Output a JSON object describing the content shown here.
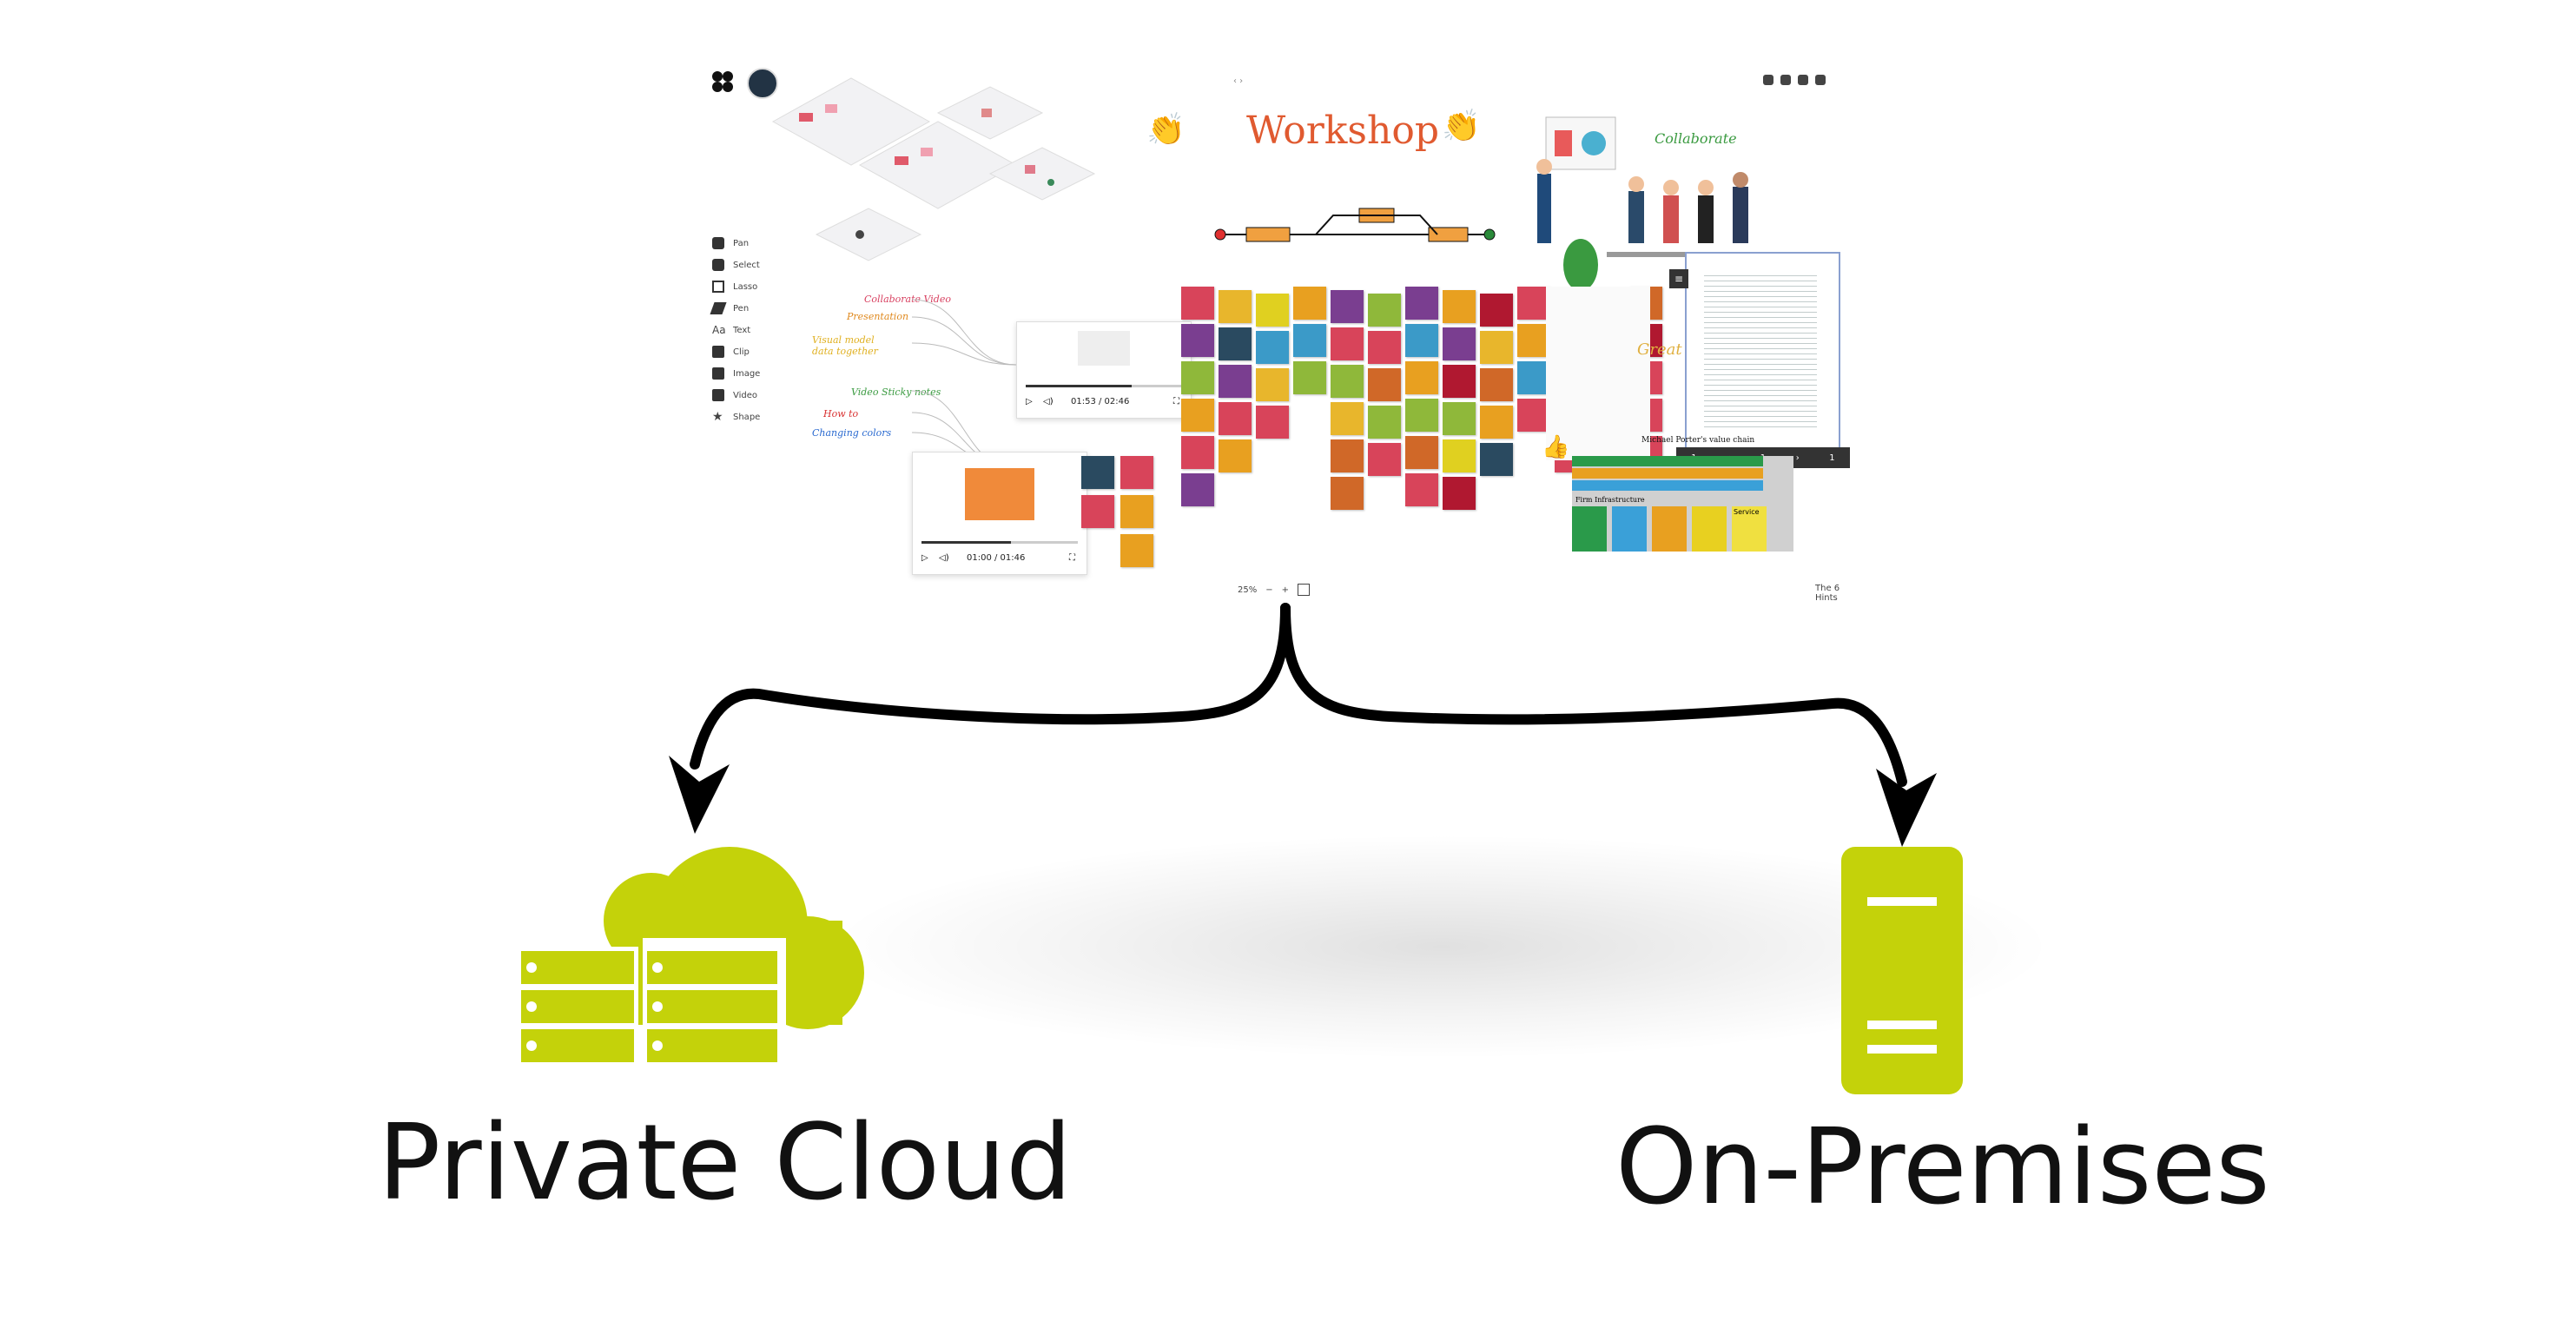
{
  "whiteboard": {
    "title": "Workshop",
    "collaborate": "Collaborate",
    "great": "Great ✓",
    "tools": [
      "Pan",
      "Select",
      "Lasso",
      "Pen",
      "Text",
      "Clip",
      "Image",
      "Video",
      "Shape"
    ],
    "mindmap_items": [
      "Collaborate Video",
      "Presentation",
      "Visual model data together",
      "Video Sticky notes",
      "How to",
      "Changing colors"
    ],
    "video1_time": "01:53 / 02:46",
    "video2_time": "01:00 / 01:46",
    "porter_title": "Michael Porter's value chain",
    "porter_section": "Firm Infrastructure",
    "porter_service": "Service",
    "page_nav": [
      "1",
      "‹",
      "1",
      "›",
      "1"
    ],
    "zoom_level": "25%",
    "zoom_minus": "−",
    "zoom_plus": "+",
    "footer_right": "The 6 Hints",
    "colors": {
      "notes": [
        "#e8b62c",
        "#8fb83a",
        "#e8a020",
        "#b01830",
        "#d8445a",
        "#7a3e90",
        "#3b9ac8",
        "#e0d020",
        "#2a4a60",
        "#d06828"
      ]
    }
  },
  "diagram": {
    "left_label": "Private Cloud",
    "right_label": "On-Premises",
    "accent": "#c4d20a",
    "arrow_color": "#000000"
  }
}
